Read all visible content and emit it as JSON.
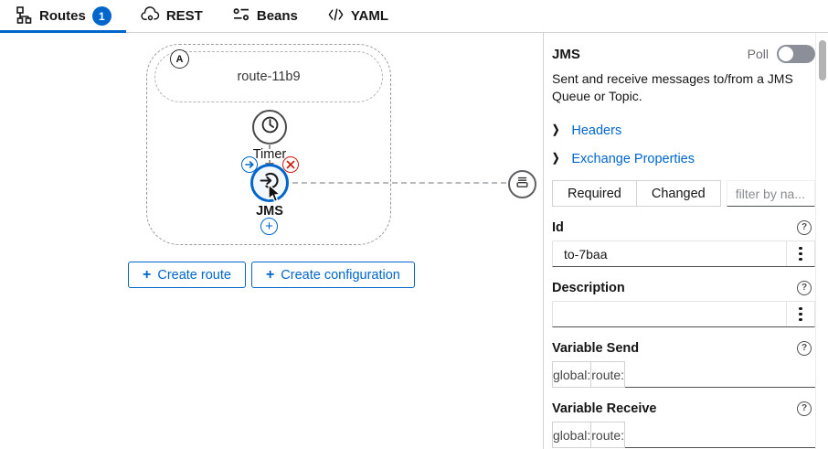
{
  "tabs": {
    "routes": {
      "label": "Routes",
      "badge": "1"
    },
    "rest": {
      "label": "REST"
    },
    "beans": {
      "label": "Beans"
    },
    "yaml": {
      "label": "YAML"
    }
  },
  "canvas": {
    "route": {
      "badge": "A",
      "name": "route-11b9"
    },
    "timer_label": "Timer",
    "jms_label": "JMS",
    "buttons": {
      "create_route": "Create route",
      "create_configuration": "Create configuration"
    }
  },
  "panel": {
    "title": "JMS",
    "poll_label": "Poll",
    "description": "Sent and receive messages to/from a JMS Queue or Topic.",
    "links": {
      "headers": "Headers",
      "exchange_properties": "Exchange Properties"
    },
    "filter": {
      "required": "Required",
      "changed": "Changed",
      "placeholder": "filter by na..."
    },
    "fields": {
      "id": {
        "label": "Id",
        "value": "to-7baa"
      },
      "description": {
        "label": "Description",
        "value": ""
      },
      "variable_send": {
        "label": "Variable Send",
        "global": "global:",
        "route": "route:",
        "value": ""
      },
      "variable_receive": {
        "label": "Variable Receive",
        "global": "global:",
        "route": "route:",
        "value": ""
      }
    }
  },
  "icons": {
    "plus": "+",
    "chevron": "❯",
    "help": "?"
  },
  "colors": {
    "accent": "#0066cc",
    "danger": "#cf1d0f"
  }
}
